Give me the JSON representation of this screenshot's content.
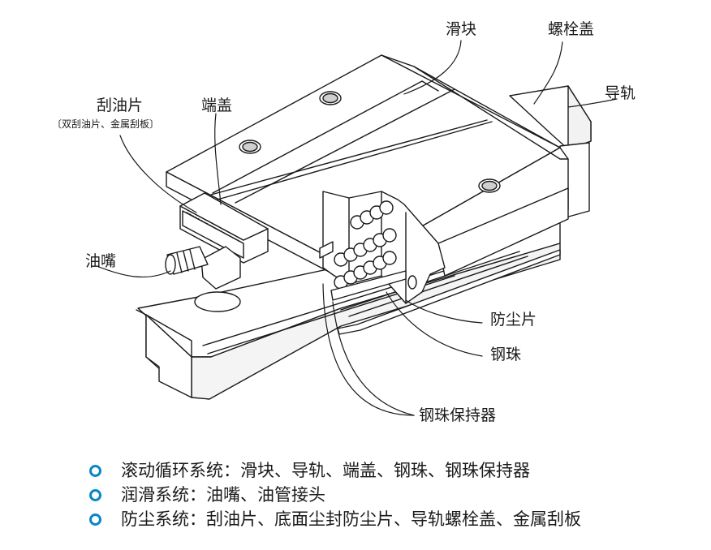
{
  "labels": {
    "slider": "滑块",
    "bolt_cap": "螺栓盖",
    "rail": "导轨",
    "scraper": "刮油片",
    "scraper_note": "〔双刮油片、金属刮板〕",
    "end_cap": "端盖",
    "grease_nipple": "油嘴",
    "dust_strip": "防尘片",
    "steel_ball": "钢珠",
    "ball_retainer": "钢珠保持器"
  },
  "legend": [
    "滚动循环系统：滑块、导轨、端盖、钢珠、钢珠保持器",
    "润滑系统：油嘴、油管接头",
    "防尘系统：刮油片、底面尘封防尘片、导轨螺栓盖、金属刮板"
  ],
  "colors": {
    "bullet": "#0a86c8",
    "line": "#1a1a1a"
  }
}
